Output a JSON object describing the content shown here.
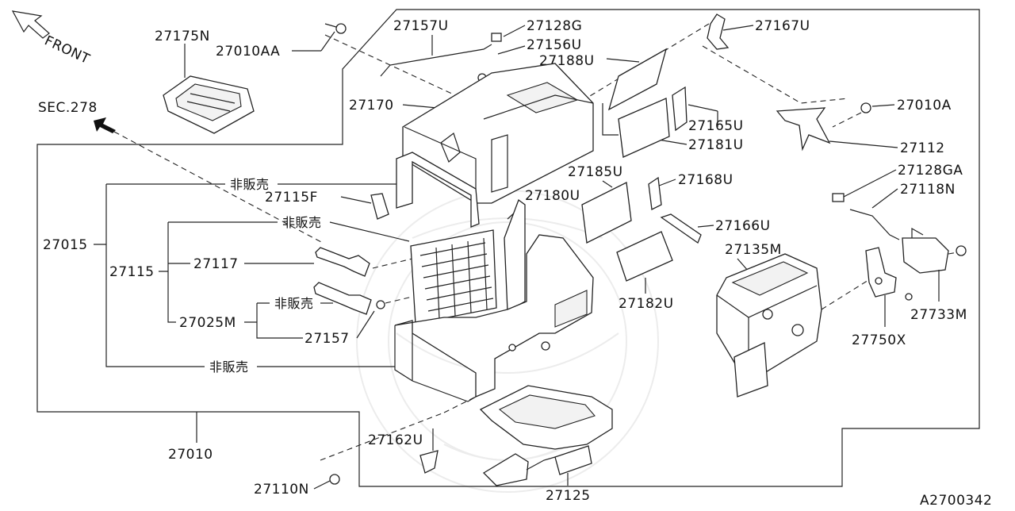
{
  "diagram_code": "A2700342",
  "front_label": "FRONT",
  "section_ref": "SEC.278",
  "not_for_sale_label": "非販売",
  "part_labels": {
    "p27175N": "27175N",
    "p27010AA": "27010AA",
    "p27157U": "27157U",
    "p27128G": "27128G",
    "p27156U": "27156U",
    "p27167U": "27167U",
    "p27188U": "27188U",
    "p27170": "27170",
    "p27010A": "27010A",
    "p27165U": "27165U",
    "p27181U": "27181U",
    "p27112": "27112",
    "p27128GA": "27128GA",
    "p27185U": "27185U",
    "p27168U": "27168U",
    "p27118N": "27118N",
    "p27115F": "27115F",
    "p27180U": "27180U",
    "p27166U": "27166U",
    "p27015": "27015",
    "p27135M": "27135M",
    "p27117": "27117",
    "p27115": "27115",
    "p27182U": "27182U",
    "p27733M": "27733M",
    "p27025M": "27025M",
    "p27157": "27157",
    "p27750X": "27750X",
    "p27162U": "27162U",
    "p27010": "27010",
    "p27110N": "27110N",
    "p27125": "27125"
  },
  "colors": {
    "ink": "#222222",
    "background": "#ffffff"
  }
}
